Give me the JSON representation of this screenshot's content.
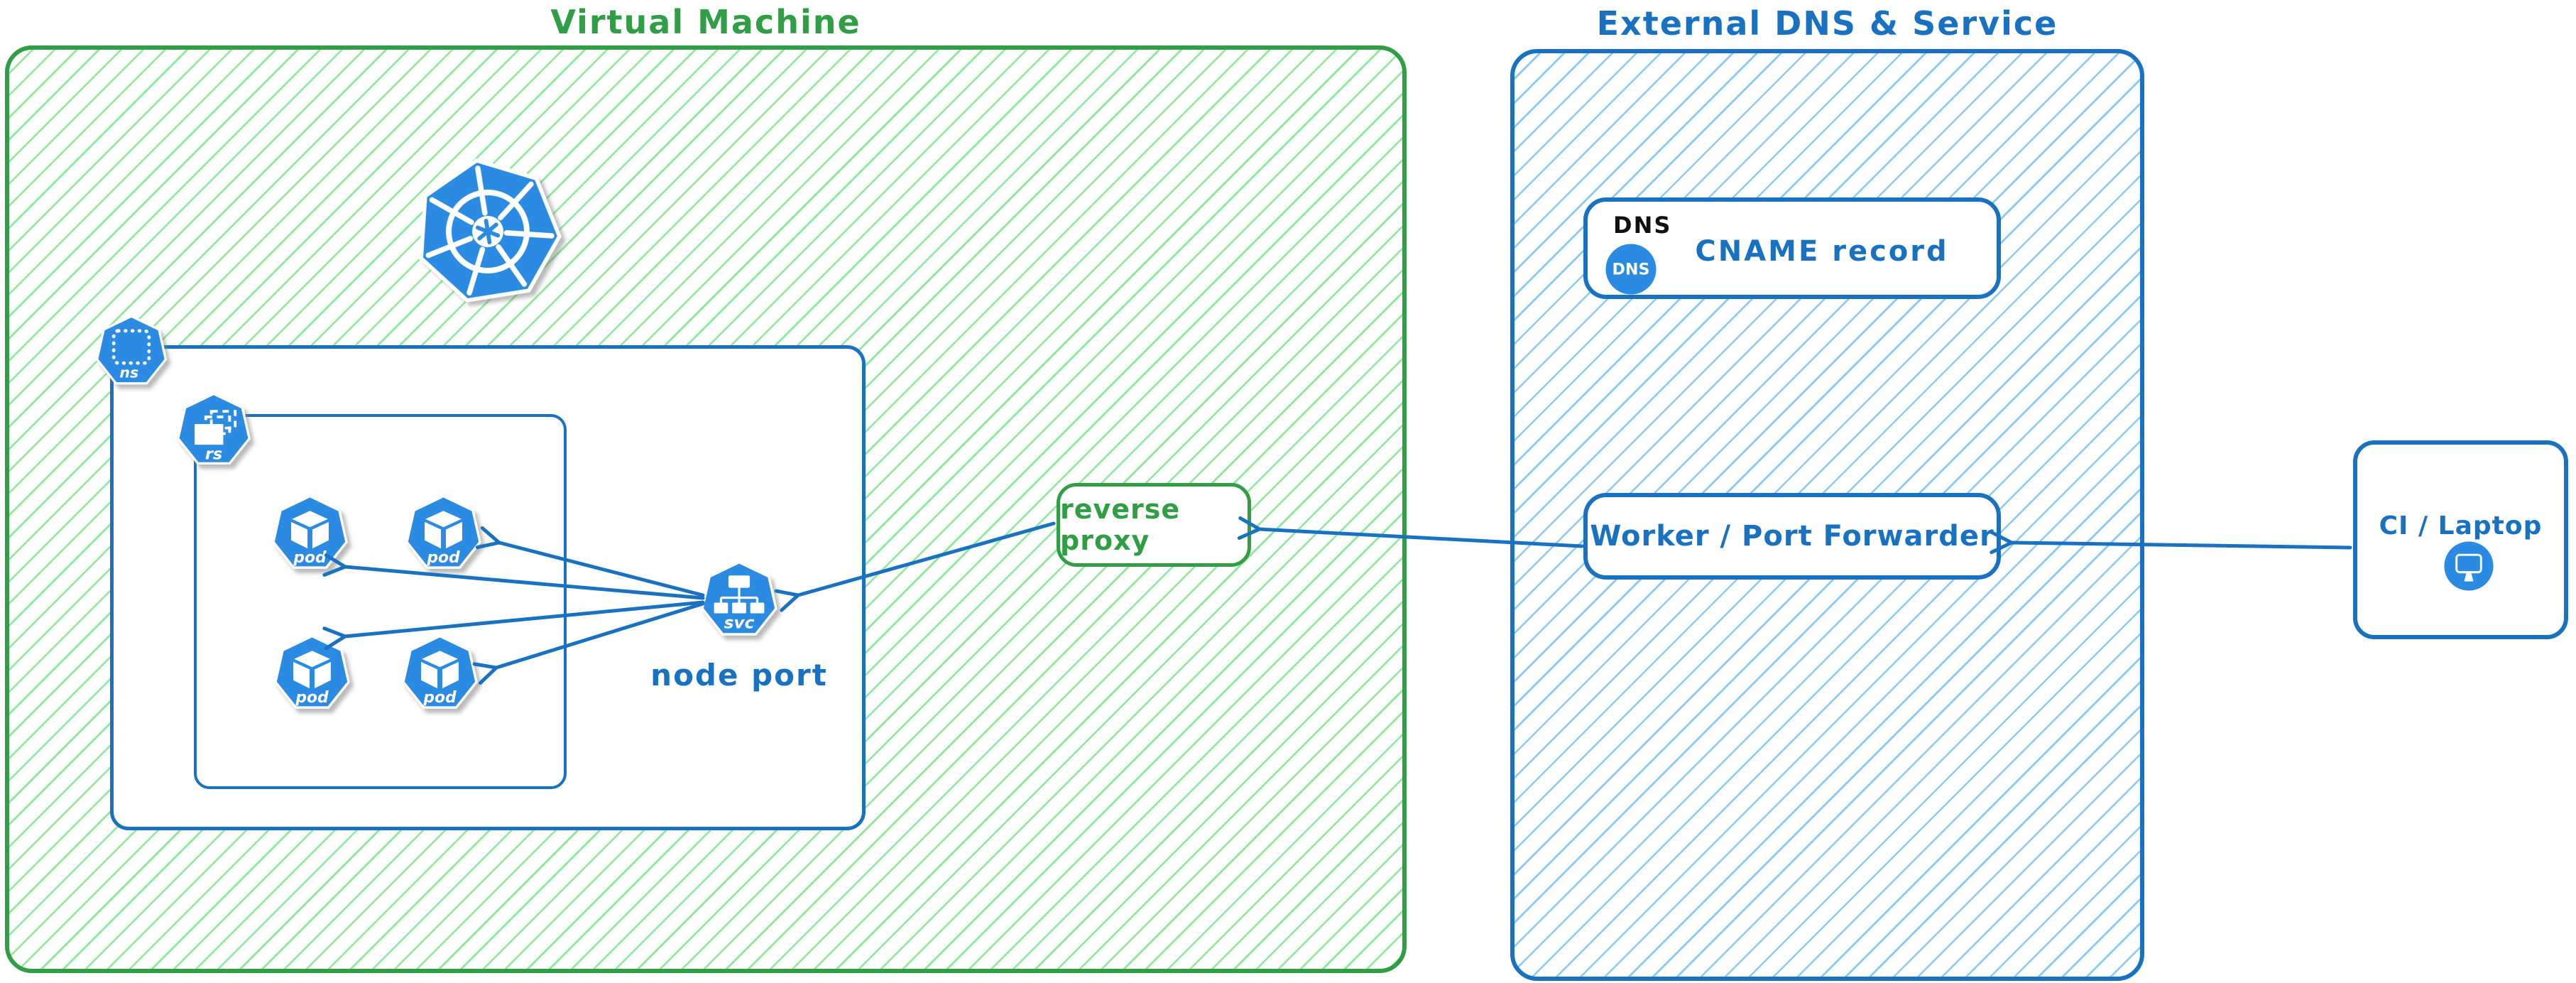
{
  "colors": {
    "green_stroke": "#2f9e44",
    "green_hatch": "#8ce99a",
    "blue_stroke": "#1971c2",
    "blue_hatch": "#8ac9f7",
    "icon_blue": "#2b8ae2",
    "dns_heading_black": "#111111"
  },
  "groups": {
    "vm": {
      "title": "Virtual Machine"
    },
    "external": {
      "title": "External DNS & Service"
    }
  },
  "nodes": {
    "namespace": {
      "badge": "ns"
    },
    "replicaset": {
      "badge": "rs"
    },
    "pod": {
      "badge": "pod"
    },
    "service": {
      "badge": "svc",
      "caption": "node port"
    },
    "reverse_proxy": {
      "label": "reverse proxy"
    },
    "dns_record": {
      "heading": "DNS",
      "badge": "DNS",
      "label": "CNAME record"
    },
    "worker": {
      "label": "Worker / Port Forwarder"
    },
    "ci": {
      "label": "CI / Laptop"
    }
  }
}
